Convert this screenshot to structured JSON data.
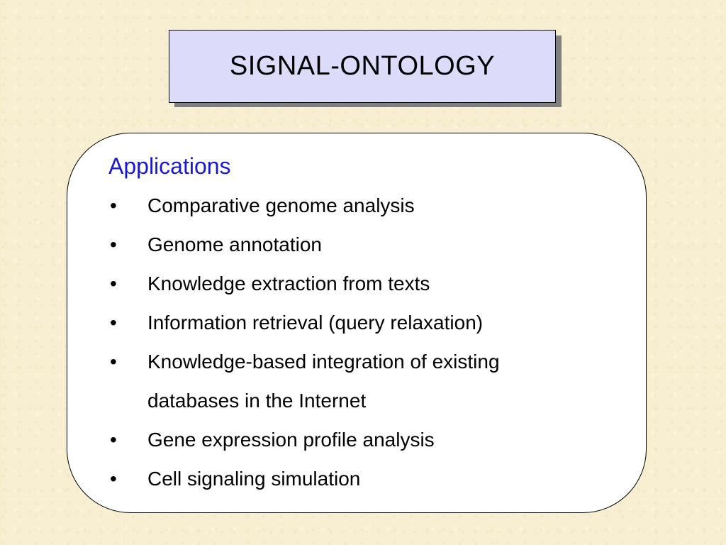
{
  "slide": {
    "title": "SIGNAL-ONTOLOGY",
    "section_heading": "Applications",
    "bullet_symbol": "•",
    "bullets": [
      {
        "line1": "Comparative genome analysis"
      },
      {
        "line1": "Genome annotation"
      },
      {
        "line1": "Knowledge extraction from texts"
      },
      {
        "line1": "Information retrieval (query relaxation)"
      },
      {
        "line1": "Knowledge-based integration of existing",
        "line2": "databases in the Internet"
      },
      {
        "line1": "Gene expression profile analysis"
      },
      {
        "line1": "Cell signaling simulation"
      }
    ]
  },
  "colors": {
    "background": "#f8efd2",
    "title_box": "#dcdcfa",
    "heading": "#1a1ad2"
  }
}
